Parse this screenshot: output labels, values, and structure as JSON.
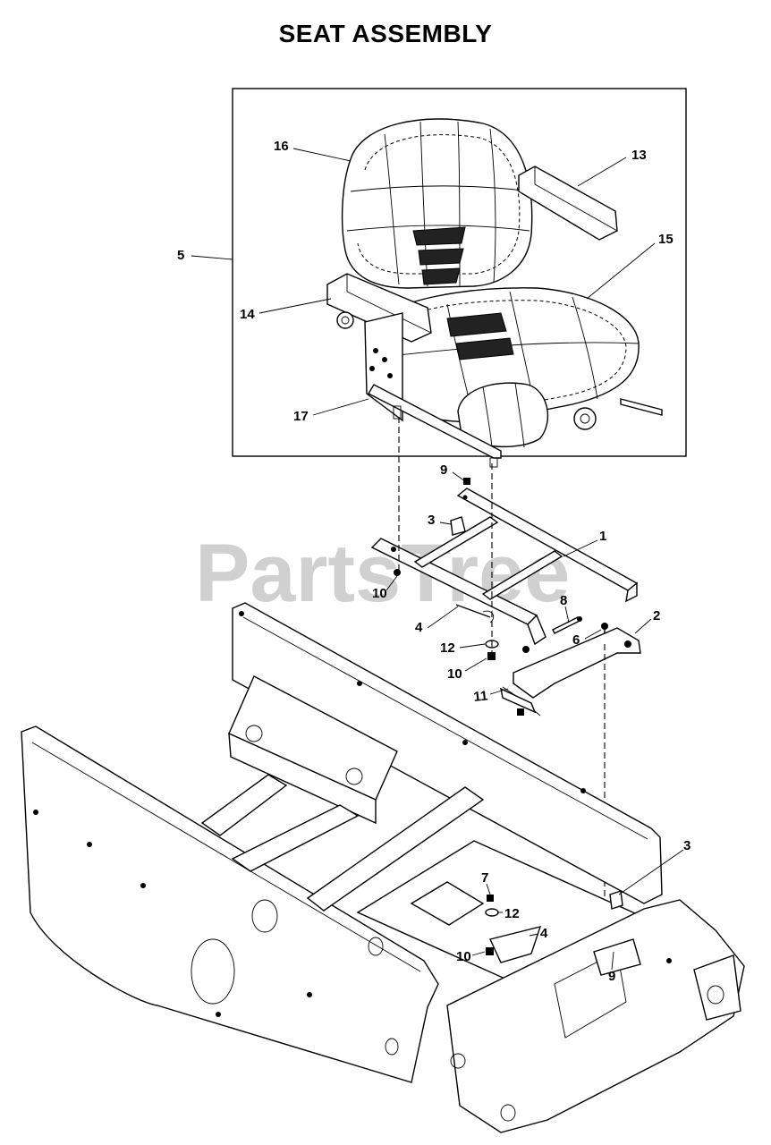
{
  "title": "SEAT ASSEMBLY",
  "watermark": "PartsTree",
  "callouts": [
    "16",
    "13",
    "5",
    "15",
    "14",
    "17",
    "9",
    "3",
    "1",
    "10",
    "8",
    "2",
    "4",
    "6",
    "12",
    "10",
    "11",
    "3",
    "7",
    "12",
    "4",
    "10",
    "9"
  ]
}
